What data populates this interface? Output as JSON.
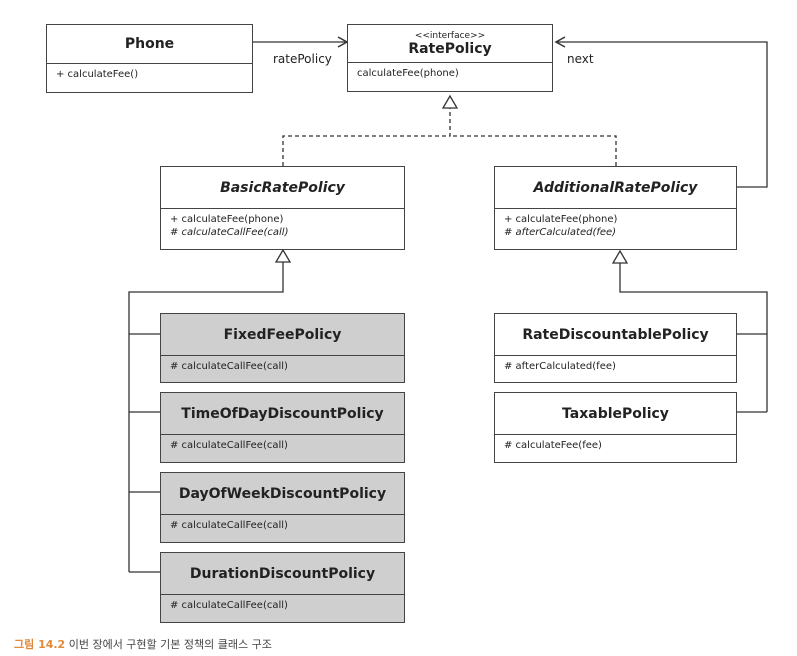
{
  "classes": {
    "phone": {
      "name": "Phone",
      "ops": [
        "+ calculateFee()"
      ]
    },
    "rate_policy": {
      "stereotype": "<<interface>>",
      "name": "RatePolicy",
      "ops": [
        "calculateFee(phone)"
      ]
    },
    "basic_rate_policy": {
      "name": "BasicRatePolicy",
      "ops": [
        "+ calculateFee(phone)",
        "# calculateCallFee(call)"
      ]
    },
    "additional_rate_policy": {
      "name": "AdditionalRatePolicy",
      "ops": [
        "+ calculateFee(phone)",
        "# afterCalculated(fee)"
      ]
    },
    "fixed_fee_policy": {
      "name": "FixedFeePolicy",
      "ops": [
        "# calculateCallFee(call)"
      ]
    },
    "time_of_day_discount_policy": {
      "name": "TimeOfDayDiscountPolicy",
      "ops": [
        "# calculateCallFee(call)"
      ]
    },
    "day_of_week_discount_policy": {
      "name": "DayOfWeekDiscountPolicy",
      "ops": [
        "# calculateCallFee(call)"
      ]
    },
    "duration_discount_policy": {
      "name": "DurationDiscountPolicy",
      "ops": [
        "# calculateCallFee(call)"
      ]
    },
    "rate_discountable_policy": {
      "name": "RateDiscountablePolicy",
      "ops": [
        "# afterCalculated(fee)"
      ]
    },
    "taxable_policy": {
      "name": "TaxablePolicy",
      "ops": [
        "# calculateFee(fee)"
      ]
    }
  },
  "associations": {
    "phone_to_rate_policy": "ratePolicy",
    "additional_to_rate_policy": "next"
  },
  "caption": {
    "number": "그림 14.2",
    "text": "이번 장에서 구현할 기본 정책의 클래스 구조"
  },
  "colors": {
    "concrete_fill": "#cfcfcf",
    "caption_number": "#e08a3c"
  }
}
